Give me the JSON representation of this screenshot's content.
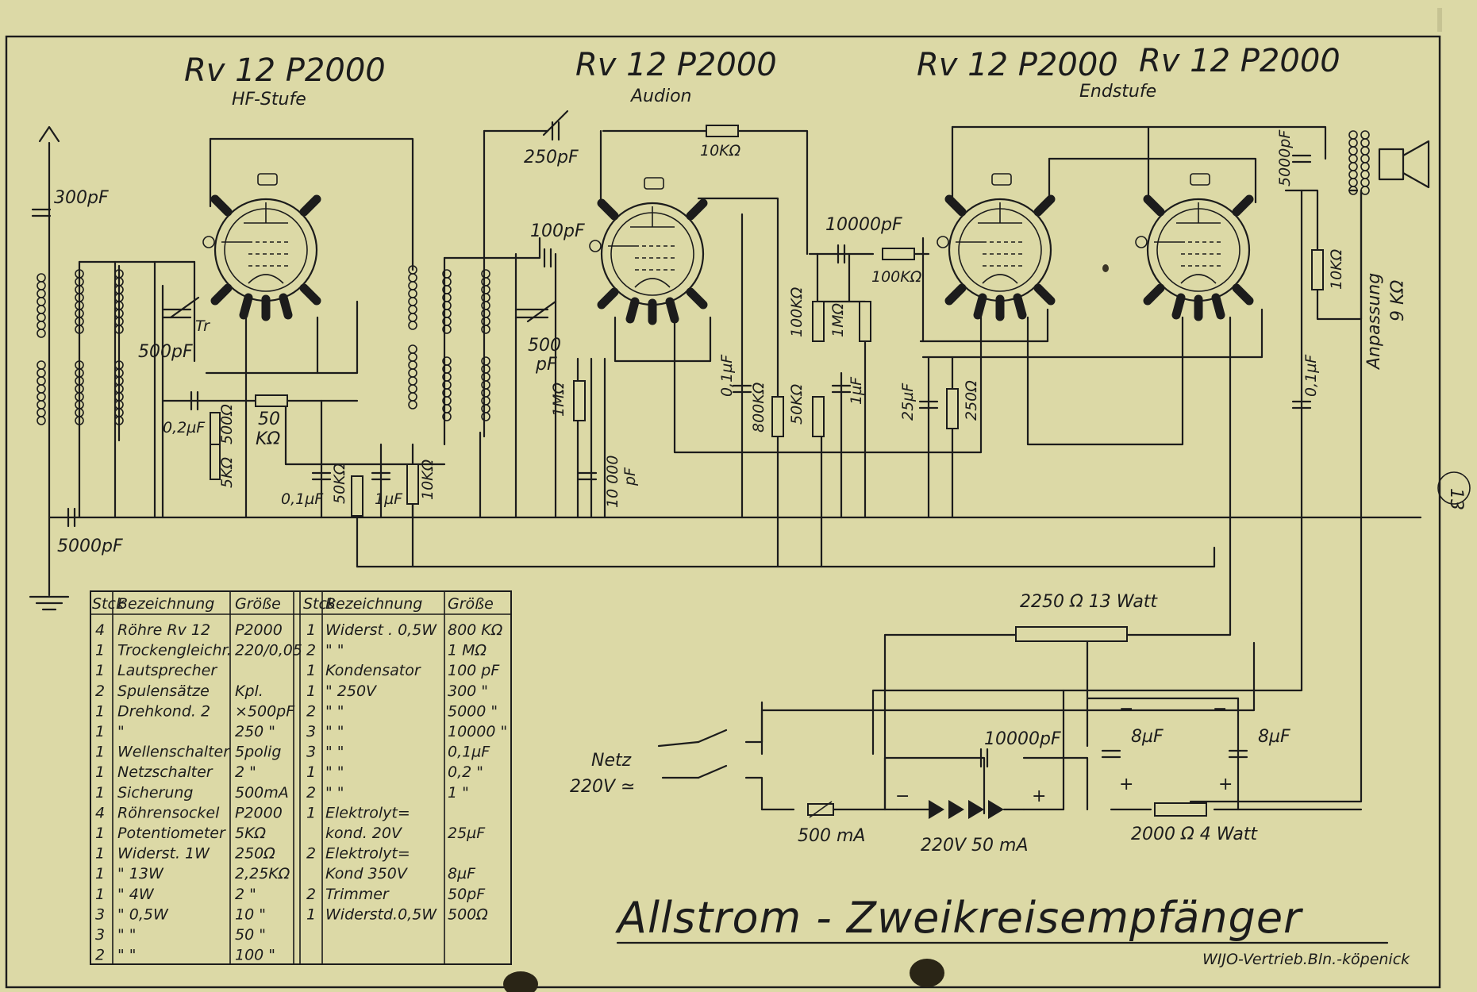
{
  "tubes": [
    {
      "type": "Rv 12 P2000",
      "stage": "HF-Stufe"
    },
    {
      "type": "Rv 12 P2000",
      "stage": "Audion"
    },
    {
      "type": "Rv 12 P2000",
      "stage": "Endstufe"
    },
    {
      "type": "Rv 12 P2000",
      "stage": ""
    }
  ],
  "component_labels": {
    "c_antenna": "300pF",
    "c_ground": "5000pF",
    "c_tuning1": "500pF",
    "trimmer": "Tr",
    "c_grid1": "0,2µF",
    "r_500": "500Ω",
    "r_pot": "5KΩ",
    "r_50k_a": "50",
    "r_50k_b": "KΩ",
    "c_01_a": "0,1µF",
    "r_50k_c": "50KΩ",
    "c_1uf": "1µF",
    "r_10k_a": "10KΩ",
    "c_feedback": "250pF",
    "r_10k_top": "10KΩ",
    "c_grid2": "100pF",
    "c_tuning2_a": "500",
    "c_tuning2_b": "pF",
    "r_1m": "1MΩ",
    "r_1m_b": "1MΩ",
    "c_10000_a": "10 000",
    "c_10000_b": "pF",
    "c_01_b": "0,1µF",
    "r_800k": "800KΩ",
    "c_coupling": "10000pF",
    "r_100k_grid": "100KΩ",
    "r_100k": "100KΩ",
    "r_50k_d": "50KΩ",
    "c_1uf_b": "1µF",
    "c_25uf": "25µF",
    "r_250": "250Ω",
    "c_5000_out": "5000pF",
    "r_10k_out": "10KΩ",
    "c_01_out": "0,1µF",
    "match_a": "Anpassung",
    "match_b": "9 KΩ",
    "r_2250": "2250 Ω  13 Watt",
    "mains_a": "Netz",
    "mains_b": "220V ≃",
    "c_10000_ps": "10000pF",
    "c_8uf_a": "8µF",
    "c_8uf_b": "8µF",
    "fuse": "500 mA",
    "rectifier": "220V   50 mA",
    "r_2000": "2000 Ω    4 Watt",
    "minus": "−",
    "plus": "+",
    "page_number": "13"
  },
  "parts_table": {
    "headers": [
      "Stck",
      "Bezeichnung",
      "Größe",
      "Stck",
      "Bezeichnung",
      "Größe"
    ],
    "rows": [
      [
        "4",
        "Röhre  Rv 12",
        "P2000",
        "1",
        "Widerst . 0,5W",
        "800 KΩ"
      ],
      [
        "1",
        "Trockengleichr.",
        "220/0,05",
        "2",
        "\"        \"",
        "1 MΩ"
      ],
      [
        "1",
        "Lautsprecher",
        "",
        "1",
        "Kondensator",
        "100 pF"
      ],
      [
        "2",
        "Spulensätze",
        "Kpl.",
        "1",
        "\"     250V",
        "300 \""
      ],
      [
        "1",
        "Drehkond. 2",
        "×500pF",
        "2",
        "\"       \"",
        "5000 \""
      ],
      [
        "1",
        "\"",
        "250 \"",
        "3",
        "\"       \"",
        "10000 \""
      ],
      [
        "1",
        "Wellenschalter",
        "5polig",
        "3",
        "\"       \"",
        "0,1µF"
      ],
      [
        "1",
        "Netzschalter",
        "2   \"",
        "1",
        "\"       \"",
        "0,2 \""
      ],
      [
        "1",
        "Sicherung",
        "500mA",
        "2",
        "\"       \"",
        "1  \""
      ],
      [
        "4",
        "Röhrensockel",
        "P2000",
        "1",
        "Elektrolyt=",
        ""
      ],
      [
        "1",
        "Potentiometer",
        "5KΩ",
        "",
        "kond.  20V",
        "25µF"
      ],
      [
        "1",
        "Widerst. 1W",
        "250Ω",
        "2",
        "Elektrolyt=",
        ""
      ],
      [
        "1",
        "\"    13W",
        "2,25KΩ",
        "",
        "Kond  350V",
        "8µF"
      ],
      [
        "1",
        "\"    4W",
        "2   \"",
        "2",
        "Trimmer",
        "50pF"
      ],
      [
        "3",
        "\"    0,5W",
        "10   \"",
        "1",
        "Widerstd.0,5W",
        "500Ω"
      ],
      [
        "3",
        "\"      \"",
        "50  \"",
        "",
        "",
        ""
      ],
      [
        "2",
        "\"      \"",
        "100 \"",
        "",
        "",
        ""
      ]
    ]
  },
  "title": "Allstrom - Zweikreisempfänger",
  "publisher": "WIJO-Vertrieb.Bln.-köpenick"
}
